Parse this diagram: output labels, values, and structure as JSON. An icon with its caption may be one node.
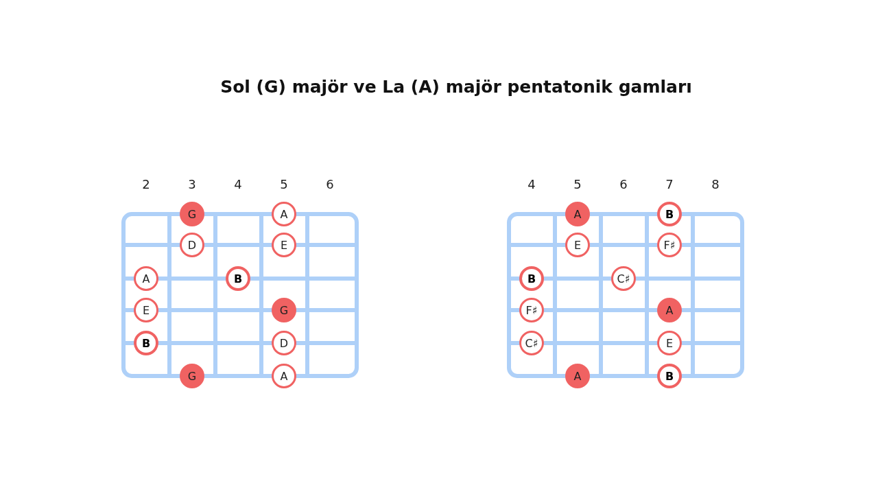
{
  "diagram": {
    "title": "Sol (G) majör ve La (A) majör pentatonik gamları",
    "nodes": [
      {
        "text": [],
        "shape": "box"
      },
      {
        "text": [
          "G"
        ],
        "in": 0
      },
      {
        "text": [
          "A"
        ],
        "in": 0
      },
      {
        "text": [
          "D"
        ],
        "in": 0
      },
      {
        "text": [
          "E"
        ],
        "in": 0
      },
      {
        "text": [
          "A"
        ],
        "in": 0
      },
      {
        "text": [
          "B"
        ],
        "in": 0
      },
      {
        "text": [
          "E"
        ],
        "in": 0
      },
      {
        "text": [
          "G"
        ],
        "in": 0
      },
      {
        "text": [
          "B"
        ],
        "in": 0
      },
      {
        "text": [
          "D"
        ],
        "in": 0
      },
      {
        "text": [
          "G"
        ],
        "in": 0
      },
      {
        "text": [
          "A"
        ],
        "in": 0
      },
      {
        "text": [],
        "shape": "box"
      },
      {
        "text": [
          "A"
        ],
        "in": 13
      },
      {
        "text": [
          "B"
        ],
        "in": 13
      },
      {
        "text": [
          "E"
        ],
        "in": 13
      },
      {
        "text": [
          "F♯"
        ],
        "in": 13
      },
      {
        "text": [
          "B"
        ],
        "in": 13
      },
      {
        "text": [
          "C♯"
        ],
        "in": 13
      },
      {
        "text": [
          "F♯"
        ],
        "in": 13
      },
      {
        "text": [
          "A"
        ],
        "in": 13
      },
      {
        "text": [
          "C♯"
        ],
        "in": 13
      },
      {
        "text": [
          "E"
        ],
        "in": 13
      },
      {
        "text": [
          "A"
        ],
        "in": 13
      },
      {
        "text": [
          "B"
        ],
        "in": 13
      }
    ],
    "labels": [
      "2",
      "3",
      "4",
      "5",
      "6",
      "4",
      "5",
      "6",
      "7",
      "8"
    ]
  }
}
